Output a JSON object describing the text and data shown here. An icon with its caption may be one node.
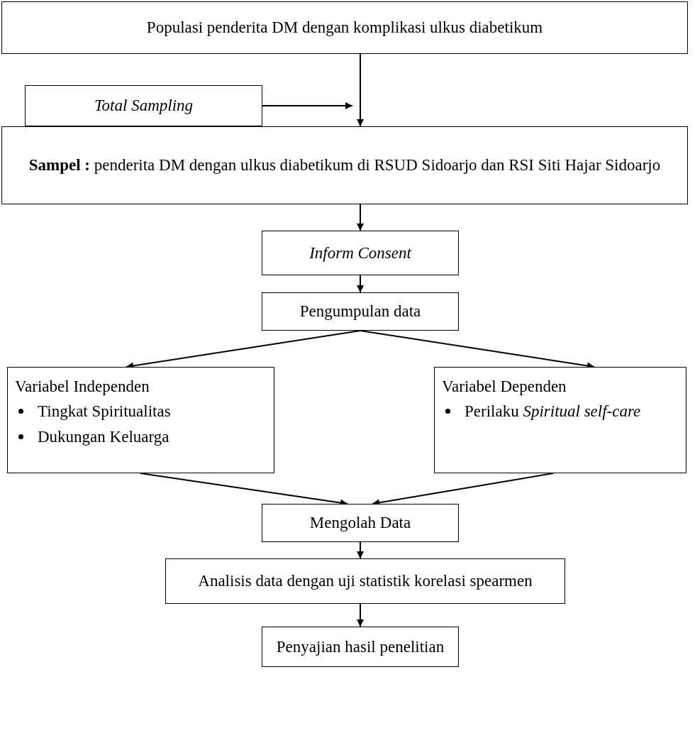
{
  "diagram": {
    "nodes": [
      {
        "text": [
          "Populasi penderita DM dengan komplikasi ulkus diabetikum"
        ]
      },
      {
        "text": [
          "Total Sampling"
        ]
      },
      {
        "text": [
          "**Sampel :** penderita DM dengan ulkus diabetikum di RSUD Sidoarjo dan RSI Siti Hajar Sidoarjo"
        ]
      },
      {
        "text": [
          "Inform Consent"
        ]
      },
      {
        "text": [
          "Pengumpulan data"
        ]
      },
      {
        "text": [
          "Variabel Independen",
          "Tingkat Spiritualitas",
          "Dukungan Keluarga"
        ]
      },
      {
        "text": [
          "Variabel Dependen",
          "Perilaku *Spiritual self-care*"
        ]
      },
      {
        "text": [
          "Mengolah Data"
        ]
      },
      {
        "text": [
          "Analisis data dengan uji statistik korelasi spearmen"
        ]
      },
      {
        "text": [
          "Penyajian hasil penelitian"
        ]
      }
    ],
    "edges": [
      {
        "from": 0,
        "to": 2,
        "arrow": "to"
      },
      {
        "from": 1,
        "to": null,
        "arrow": "to"
      },
      {
        "from": 2,
        "to": 3,
        "arrow": "to"
      },
      {
        "from": 3,
        "to": 4,
        "arrow": "to"
      },
      {
        "from": 4,
        "to": 5,
        "arrow": "to"
      },
      {
        "from": 4,
        "to": 6,
        "arrow": "to"
      },
      {
        "from": 5,
        "to": 7,
        "arrow": "to"
      },
      {
        "from": 6,
        "to": 7,
        "arrow": "to"
      },
      {
        "from": 7,
        "to": 8,
        "arrow": "to"
      },
      {
        "from": 8,
        "to": 9,
        "arrow": "to"
      }
    ]
  }
}
